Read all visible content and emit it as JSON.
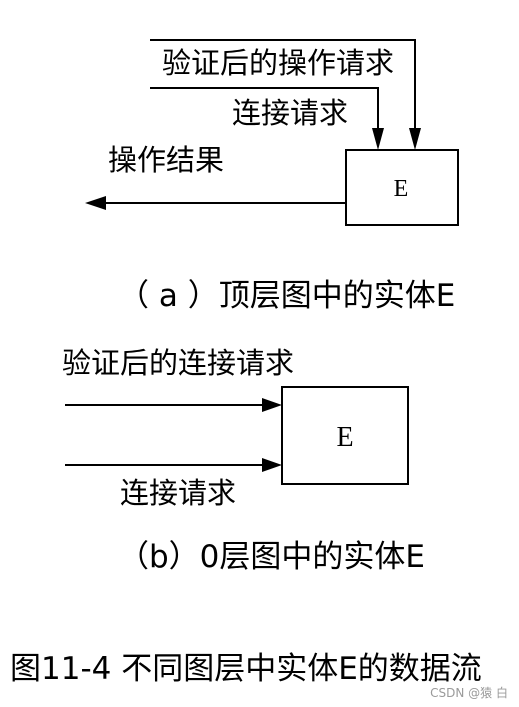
{
  "diagram_a": {
    "entity": "E",
    "input_verified": "验证后的操作请求",
    "input_connect": "连接请求",
    "output": "操作结果",
    "caption": "（ a ）顶层图中的实体E"
  },
  "diagram_b": {
    "entity": "E",
    "input_verified": "验证后的连接请求",
    "input_connect": "连接请求",
    "caption": "（b）0层图中的实体E"
  },
  "figure_caption": "图11-4 不同图层中实体E的数据流",
  "watermark": "CSDN @猿 白"
}
